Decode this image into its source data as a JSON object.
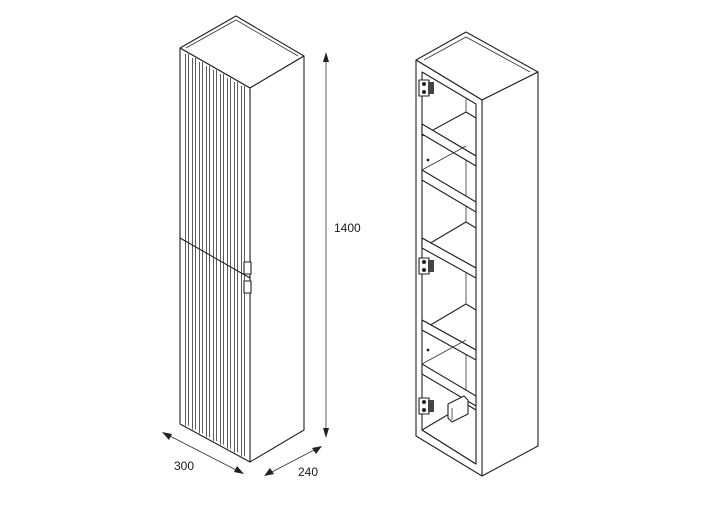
{
  "dimensions": {
    "height": "1400",
    "width": "300",
    "depth": "240"
  },
  "colors": {
    "line": "#222222",
    "background": "#ffffff"
  }
}
